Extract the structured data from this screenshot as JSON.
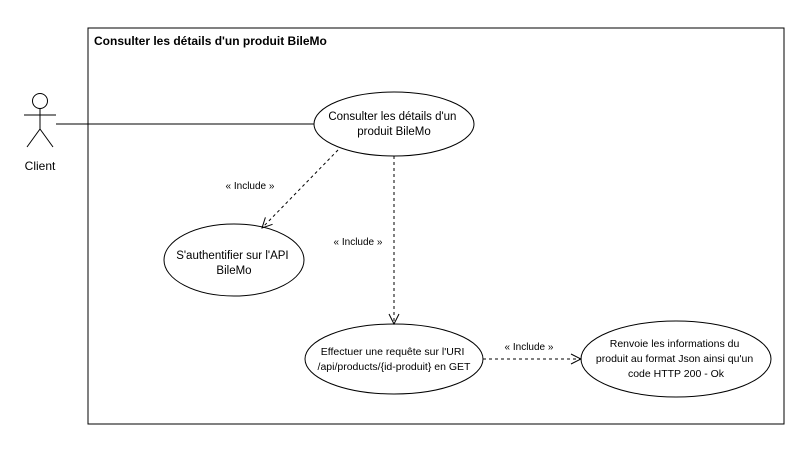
{
  "system": {
    "title": "Consulter les détails d'un produit BileMo"
  },
  "actor": {
    "name": "Client"
  },
  "use_cases": {
    "consult": {
      "line1": "Consulter les détails d'un",
      "line2": "produit BileMo"
    },
    "auth": {
      "line1": "S'authentifier sur l'API",
      "line2": "BileMo"
    },
    "request": {
      "line1": "Effectuer une requête sur l'URI",
      "line2": "/api/products/{id-produit} en GET"
    },
    "response": {
      "line1": "Renvoie les informations du",
      "line2": "produit au format Json ainsi qu'un",
      "line3": "code HTTP 200 - Ok"
    }
  },
  "relations": {
    "include_label": "« Include »"
  },
  "colors": {
    "stroke": "#000000",
    "background": "#ffffff"
  }
}
